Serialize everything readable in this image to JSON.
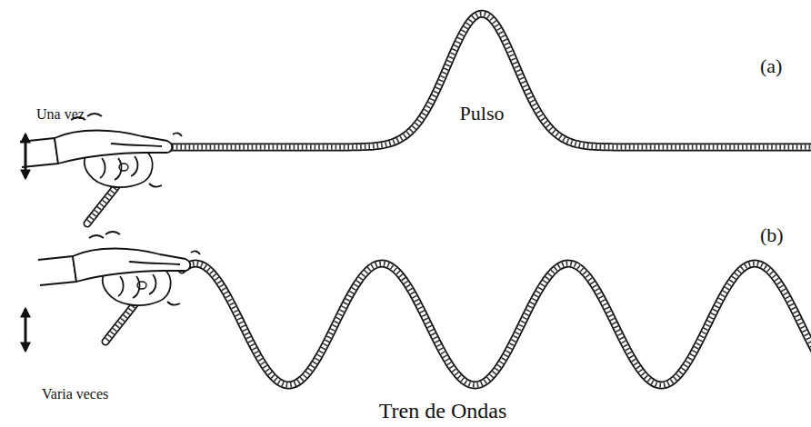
{
  "diagram": {
    "labels": [
      "Una vez",
      "(a)",
      "Pulso",
      "Varia veces",
      "(b)",
      "Tren de Ondas"
    ]
  }
}
